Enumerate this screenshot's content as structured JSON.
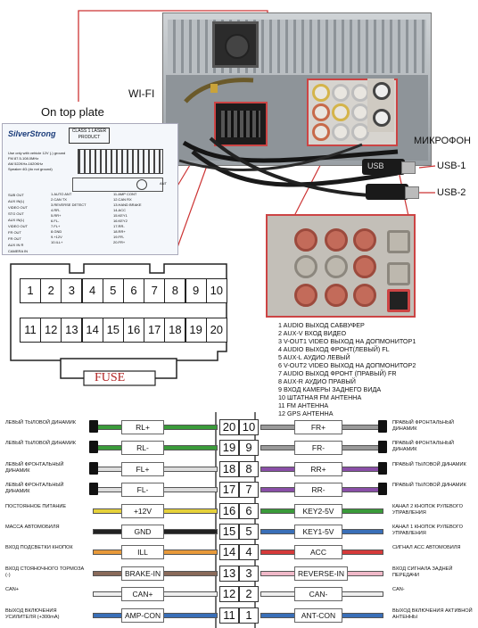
{
  "labels": {
    "top_plate": "On top plate",
    "wifi": "WI-FI",
    "mic": "МИКРОФОН",
    "usb1": "USB-1",
    "usb2": "USB-2",
    "fuse": "FUSE",
    "usb_print": "USB"
  },
  "plate": {
    "logo": "SilverStrong",
    "class": "CLASS 1 LASER PRODUCT",
    "spec": [
      "Use only with vehicle 12V (-) ground",
      "FM 87.5-108.0MHz",
      "AM 522KHz-1620KHz",
      "Speaker 4Ω (do not ground)"
    ],
    "jacks": [
      "SUB OUT",
      "AUX IN(L)",
      "VIDEO OUT",
      "STG OUT",
      "AUX IN(L)",
      "VIDEO OUT",
      "FR OUT",
      "FR OUT",
      "AUX IN R",
      "CAMERA IN"
    ],
    "pins_left": [
      "1.AUTO ANT",
      "2.CAN TX",
      "3.REVERSE DETECT",
      "4.RR-",
      "5.RR+",
      "6.FL-",
      "7.FL+",
      "8.GND",
      "9.+12V",
      "10.ILL+"
    ],
    "pins_right": [
      "11.AMP CONT",
      "12.CAN RX",
      "13.HAND BRAKE",
      "14.ACC",
      "15.KEY1",
      "16.KEY2",
      "17.RR-",
      "18.RR+",
      "19.FR-",
      "20.FR+"
    ],
    "ant": "ANT"
  },
  "connector": {
    "top_row": [
      "1",
      "2",
      "3",
      "4",
      "5",
      "6",
      "7",
      "8",
      "9",
      "10"
    ],
    "bottom_row": [
      "11",
      "12",
      "13",
      "14",
      "15",
      "16",
      "17",
      "18",
      "19",
      "20"
    ]
  },
  "legend": [
    "1  AUDIO ВЫХОД САБВУФЕР",
    "2  AUX-V  ВХОД ВИДЕО",
    "3 V-OUT1 VIDEO ВЫХОД НА ДОПМОНИТОР1",
    "4 AUDIO ВЫХОД ФРОНТ(ЛЕВЫЙ)  FL",
    "5 AUX-L  АУДИО ЛЕВЫЙ",
    "6 V-OUT2 VIDEO ВЫХОД НА ДОПМОНИТОР2",
    "7 AUDIO ВЫХОД ФРОНТ (ПРАВЫЙ) FR",
    "8  AUX-R АУДИО ПРАВЫЙ",
    "9  ВХОД КАМЕРЫ ЗАДНЕГО ВИДА",
    "10 ШТАТНАЯ FM АНТЕННА",
    "11 FM АНТЕННА",
    "12 GPS АНТЕННА"
  ],
  "wiring": [
    {
      "ln": "20",
      "rn": "10",
      "lcode": "RL+",
      "rcode": "FR+",
      "ldesc": "ЛЕВЫЙ ТЫЛОВОЙ ДИНАМИК",
      "rdesc": "ПРАВЫЙ ФРОНТАЛЬНЫЙ ДИНАМИК",
      "lcolor": "#3a9b3a",
      "rcolor": "#9a9a9a"
    },
    {
      "ln": "19",
      "rn": "9",
      "lcode": "RL-",
      "rcode": "FR-",
      "ldesc": "ЛЕВЫЙ ТЫЛОВОЙ ДИНАМИК",
      "rdesc": "ПРАВЫЙ ФРОНТАЛЬНЫЙ ДИНАМИК",
      "lcolor": "#3a9b3a",
      "rcolor": "#9a9a9a"
    },
    {
      "ln": "18",
      "rn": "8",
      "lcode": "FL+",
      "rcode": "RR+",
      "ldesc": "ЛЕВЫЙ ФРОНТАЛЬНЫЙ ДИНАМИК",
      "rdesc": "ПРАВЫЙ ТЫЛОВОЙ ДИНАМИК",
      "lcolor": "#dddddd",
      "rcolor": "#8a4fa8"
    },
    {
      "ln": "17",
      "rn": "7",
      "lcode": "FL-",
      "rcode": "RR-",
      "ldesc": "ЛЕВЫЙ ФРОНТАЛЬНЫЙ ДИНАМИК",
      "rdesc": "ПРАВЫЙ ТЫЛОВОЙ ДИНАМИК",
      "lcolor": "#dddddd",
      "rcolor": "#8a4fa8"
    },
    {
      "ln": "16",
      "rn": "6",
      "lcode": "+12V",
      "rcode": "KEY2-5V",
      "ldesc": "ПОСТОЯННОЕ ПИТАНИЕ",
      "rdesc": "КАНАЛ 2 КНОПОК РУЛЕВОГО УПРАВЛЕНИЯ",
      "lcolor": "#e6d13a",
      "rcolor": "#3a9b3a"
    },
    {
      "ln": "15",
      "rn": "5",
      "lcode": "GND",
      "rcode": "KEY1-5V",
      "ldesc": "МАССА АВТОМОБИЛЯ",
      "rdesc": "КАНАЛ 1 КНОПОК РУЛЕВОГО УПРАВЛЕНИЯ",
      "lcolor": "#222222",
      "rcolor": "#3a6fb8"
    },
    {
      "ln": "14",
      "rn": "4",
      "lcode": "ILL",
      "rcode": "ACC",
      "ldesc": "ВХОД ПОДСВЕТКИ КНОПОК",
      "rdesc": "СИГНАЛ АСС АВТОМОБИЛЯ",
      "lcolor": "#e89a3a",
      "rcolor": "#d63a3a"
    },
    {
      "ln": "13",
      "rn": "3",
      "lcode": "BRAKE-IN",
      "rcode": "REVERSE-IN",
      "ldesc": "ВХОД СТОЯНОЧНОГО ТОРМОЗА (-)",
      "rdesc": "ВХОД СИГНАЛА ЗАДНЕЙ ПЕРЕДАЧИ",
      "lcolor": "#8a6a5a",
      "rcolor": "#f0b8c8"
    },
    {
      "ln": "12",
      "rn": "2",
      "lcode": "CAN+",
      "rcode": "CAN-",
      "ldesc": "CAN+",
      "rdesc": "CAN-",
      "lcolor": "#eeeeee",
      "rcolor": "#eeeeee"
    },
    {
      "ln": "11",
      "rn": "1",
      "lcode": "AMP-CON",
      "rcode": "ANT-CON",
      "ldesc": "ВЫХОД ВКЛЮЧЕНИЯ УСИЛИТЕЛЯ (+300mA)",
      "rdesc": "ВЫХОД ВКЛЮЧЕНИЯ АКТИВНОЙ АНТЕННЫ",
      "lcolor": "#3a6fb8",
      "rcolor": "#3a6fb8"
    }
  ],
  "colors": {
    "accent_red": "#cc3333",
    "fuse_red": "#b02020"
  }
}
